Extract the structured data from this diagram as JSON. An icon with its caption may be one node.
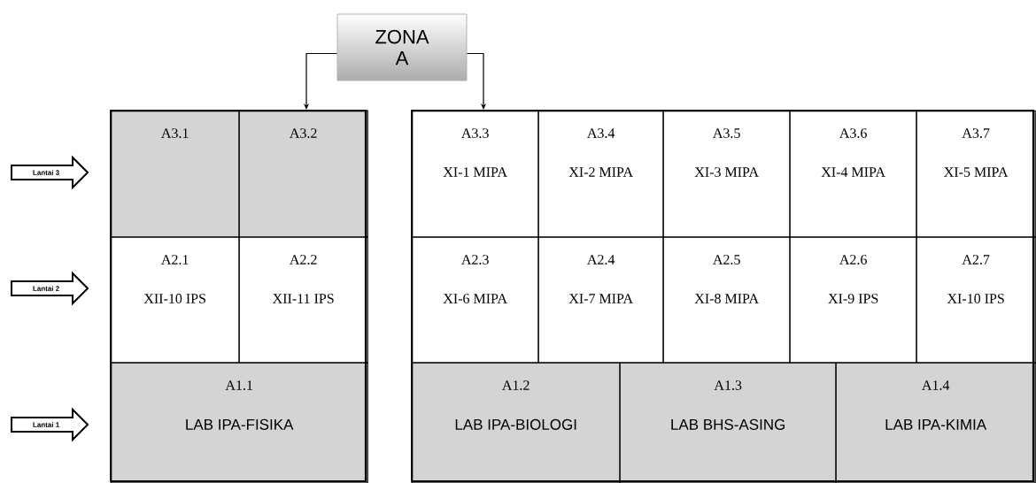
{
  "diagram": {
    "nodes": [
      {
        "text": [
          "ZONA A"
        ]
      },
      {
        "text": [],
        "shape": "box"
      },
      {
        "text": [],
        "shape": "box"
      },
      {
        "text": [
          "Lantai 3"
        ]
      },
      {
        "text": [
          "A3.1"
        ],
        "in": 1
      },
      {
        "text": [
          "A3.2"
        ],
        "in": 1
      },
      {
        "text": [
          "A3.3",
          "XI-1 MIPA"
        ],
        "in": 2
      },
      {
        "text": [
          "A3.4",
          "XI-2 MIPA"
        ],
        "in": 2
      },
      {
        "text": [
          "A3.5",
          "XI-3 MIPA"
        ],
        "in": 2
      },
      {
        "text": [
          "A3.6",
          "XI-4 MIPA"
        ],
        "in": 2
      },
      {
        "text": [
          "A3.7",
          "XI-5 MIPA"
        ],
        "in": 2
      },
      {
        "text": [
          "Lantai 2"
        ]
      },
      {
        "text": [
          "A2.1",
          "XII-10 IPS"
        ],
        "in": 1
      },
      {
        "text": [
          "A2.2",
          "XII-11 IPS"
        ],
        "in": 1
      },
      {
        "text": [
          "A2.3",
          "XI-6 MIPA"
        ],
        "in": 2
      },
      {
        "text": [
          "A2.4",
          "XI-7 MIPA"
        ],
        "in": 2
      },
      {
        "text": [
          "A2.5",
          "XI-8 MIPA"
        ],
        "in": 2
      },
      {
        "text": [
          "A2.6",
          "XI-9 IPS"
        ],
        "in": 2
      },
      {
        "text": [
          "A2.7",
          "XI-10 IPS"
        ],
        "in": 2
      },
      {
        "text": [
          "Lantai 1"
        ]
      },
      {
        "text": [
          "A1.1",
          "LAB IPA-FISIKA"
        ],
        "in": 1
      },
      {
        "text": [
          "A1.2",
          "LAB IPA-BIOLOGI"
        ],
        "in": 2
      },
      {
        "text": [
          "A1.3",
          "LAB BHS-ASING"
        ],
        "in": 2
      },
      {
        "text": [
          "A1.4",
          "LAB IPA-KIMIA"
        ],
        "in": 2
      }
    ],
    "edges": [
      {
        "from": 0,
        "to": 1,
        "arrow": "to"
      },
      {
        "from": 0,
        "to": 2,
        "arrow": "to"
      }
    ]
  }
}
